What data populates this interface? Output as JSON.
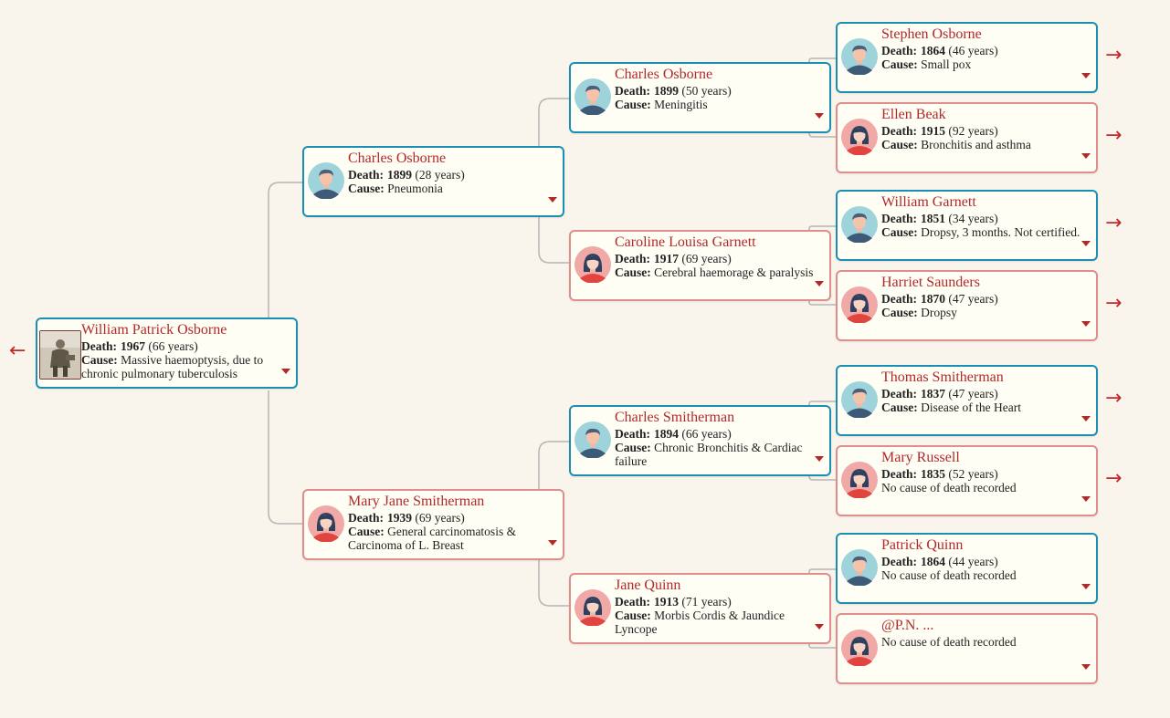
{
  "labels": {
    "death": "Death:",
    "cause": "Cause:"
  },
  "people": [
    {
      "id": "p0",
      "name": "William Patrick Osborne",
      "year": "1967",
      "age": "(66 years)",
      "cause": "Massive haemoptysis, due to chronic pulmonary tuberculosis",
      "gender": "m",
      "photo": true
    },
    {
      "id": "p1",
      "name": "Charles Osborne",
      "year": "1899",
      "age": "(28 years)",
      "cause": "Pneumonia",
      "gender": "m"
    },
    {
      "id": "p2",
      "name": "Mary Jane Smitherman",
      "year": "1939",
      "age": "(69 years)",
      "cause": "General carcinomatosis & Carcinoma of L. Breast",
      "gender": "f"
    },
    {
      "id": "p3",
      "name": "Charles Osborne",
      "year": "1899",
      "age": "(50 years)",
      "cause": "Meningitis",
      "gender": "m"
    },
    {
      "id": "p4",
      "name": "Caroline Louisa Garnett",
      "year": "1917",
      "age": "(69 years)",
      "cause": "Cerebral haemorage & paralysis",
      "gender": "f"
    },
    {
      "id": "p5",
      "name": "Charles Smitherman",
      "year": "1894",
      "age": "(66 years)",
      "cause": "Chronic Bronchitis & Cardiac failure",
      "gender": "m"
    },
    {
      "id": "p6",
      "name": "Jane Quinn",
      "year": "1913",
      "age": "(71 years)",
      "cause": "Morbis Cordis & Jaundice Lyncope",
      "gender": "f"
    },
    {
      "id": "p7",
      "name": "Stephen Osborne",
      "year": "1864",
      "age": "(46 years)",
      "cause": "Small pox",
      "gender": "m"
    },
    {
      "id": "p8",
      "name": "Ellen Beak",
      "year": "1915",
      "age": "(92 years)",
      "cause": "Bronchitis and asthma",
      "gender": "f"
    },
    {
      "id": "p9",
      "name": "William Garnett",
      "year": "1851",
      "age": "(34 years)",
      "cause": "Dropsy, 3 months. Not certified.",
      "gender": "m"
    },
    {
      "id": "p10",
      "name": "Harriet Saunders",
      "year": "1870",
      "age": "(47 years)",
      "cause": "Dropsy",
      "gender": "f"
    },
    {
      "id": "p11",
      "name": "Thomas Smitherman",
      "year": "1837",
      "age": "(47 years)",
      "cause": "Disease of the Heart",
      "gender": "m"
    },
    {
      "id": "p12",
      "name": "Mary Russell",
      "year": "1835",
      "age": "(52 years)",
      "no_cause": "No cause of death recorded",
      "gender": "f"
    },
    {
      "id": "p13",
      "name": "Patrick Quinn",
      "year": "1864",
      "age": "(44 years)",
      "no_cause": "No cause of death recorded",
      "gender": "m"
    },
    {
      "id": "p14",
      "name": "@P.N. ...",
      "no_cause": "No cause of death recorded",
      "gender": "f"
    }
  ],
  "icons": {
    "back": "arrow-left-icon",
    "forward": "arrow-right-icon",
    "expand": "caret-down-icon"
  },
  "colors": {
    "background": "#faf5ec",
    "male_border": "#1b8fb3",
    "female_border": "#de8f8c",
    "name": "#b02a2a",
    "connector": "#b5b5b5",
    "arrow": "#c02a2a"
  }
}
